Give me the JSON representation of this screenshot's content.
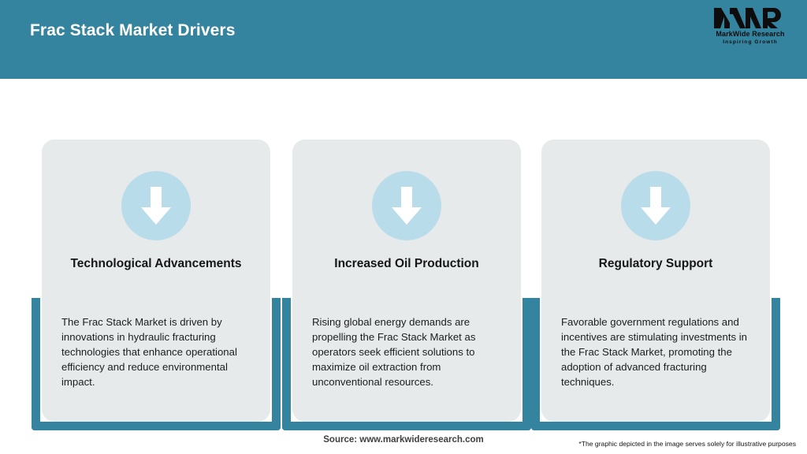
{
  "header": {
    "title": "Frac Stack Market Drivers",
    "background_color": "#35849F",
    "title_color": "#FFFFFF",
    "logo": {
      "mark": "MWR",
      "name": "MarkWide Research",
      "tagline": "Inspiring Growth"
    }
  },
  "cards": [
    {
      "icon": "down-arrow-icon",
      "title": "Technological Advancements",
      "body": "The Frac Stack Market is driven by innovations in hydraulic fracturing technologies that enhance operational efficiency and reduce environmental impact."
    },
    {
      "icon": "down-arrow-icon",
      "title": "Increased Oil Production",
      "body": "Rising global energy demands are propelling the Frac Stack Market as operators seek efficient solutions to maximize oil extraction from unconventional resources."
    },
    {
      "icon": "down-arrow-icon",
      "title": "Regulatory Support",
      "body": "Favorable government regulations and incentives are stimulating investments in the Frac Stack Market, promoting the adoption of advanced fracturing techniques."
    }
  ],
  "footer": {
    "source": "Source: www.markwideresearch.com",
    "disclaimer": "*The graphic depicted in the image serves solely for illustrative purposes"
  },
  "colors": {
    "teal": "#35849F",
    "circle_blue": "#B9DCEA",
    "card_gray": "#E6EAEB",
    "page_background": "#FFFFFF"
  }
}
